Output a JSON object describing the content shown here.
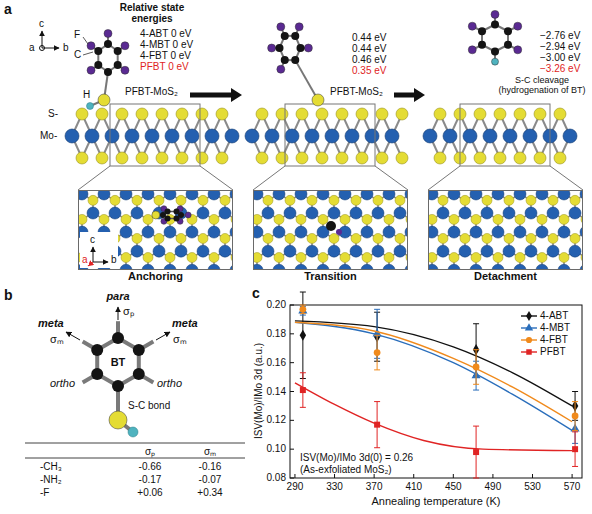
{
  "diagram": {
    "nodes": [
      {
        "text": [
          "Anchoring"
        ]
      },
      {
        "text": [
          "Transition"
        ]
      },
      {
        "text": [
          "Detachment"
        ]
      }
    ],
    "labels": [
      "a",
      "Relative state energies",
      "4-ABT 0 eV",
      "4-MBT 0 eV",
      "4-FBT 0 eV",
      "PFBT 0 eV",
      "0.44 eV",
      "0.44 eV",
      "0.46 eV",
      "0.35 eV",
      "−2.76 eV",
      "−2.94 eV",
      "−3.00 eV",
      "−3.26 eV",
      "S-C cleavage (hydrogenation of BT)",
      "F",
      "C",
      "c",
      "a",
      "b",
      "PFBT-MoS₂",
      "S-",
      "Mo-",
      "H",
      "PFBT-MoS₂",
      "c",
      "b",
      "a",
      "b",
      "para",
      "σₚ",
      "meta",
      "σₘ",
      "meta",
      "σₘ",
      "ortho",
      "ortho",
      "BT",
      "S-C bond",
      "σₚ",
      "σₘ",
      "-CH₃",
      "-0.66",
      "-0.16",
      "-NH₂",
      "-0.17",
      "-0.07",
      "-F",
      "+0.06",
      "+0.34",
      "c",
      "ISV(Mo)/IMo 3d (a.u.)",
      "0.20",
      "0.18",
      "0.16",
      "0.14",
      "0.12",
      "0.10",
      "0.08",
      "290",
      "330",
      "370",
      "410",
      "450",
      "490",
      "530",
      "570",
      "Annealing temperature (K)",
      "ISV(Mo)/IMo 3d(0) = 0.26",
      "(As-exfoliated MoS₂)"
    ],
    "legend": [
      {
        "text": "4-ABT"
      },
      {
        "text": "4-MBT"
      },
      {
        "text": "4-FBT"
      },
      {
        "text": "PFBT"
      }
    ]
  }
}
